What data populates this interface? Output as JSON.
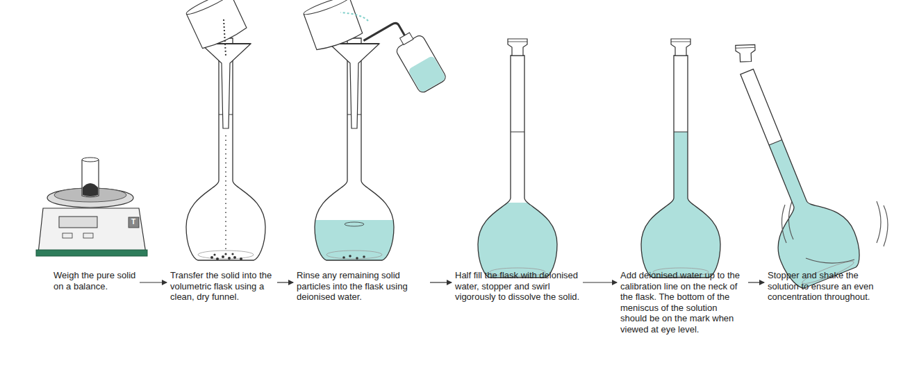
{
  "diagram": {
    "nodes": [
      {
        "text": [
          "Weigh the pure solid on a balance."
        ]
      },
      {
        "text": [
          "Transfer the solid into the volumetric flask using a clean, dry funnel."
        ]
      },
      {
        "text": [
          "Rinse any remaining solid particles into the flask using deionised water."
        ]
      },
      {
        "text": [
          "Half fill the flask with deionised water, stopper and swirl vigorously to dissolve the solid."
        ]
      },
      {
        "text": [
          "Add deionised water up to the calibration line on the neck of the flask. The bottom of the meniscus of the solution should be on the mark when viewed at eye level."
        ]
      },
      {
        "text": [
          "Stopper and shake the solution to ensure an even concentration throughout."
        ]
      }
    ],
    "edges": [
      {
        "from": 0,
        "to": 1,
        "arrow": "to"
      },
      {
        "from": 1,
        "to": 2,
        "arrow": "to"
      },
      {
        "from": 2,
        "to": 3,
        "arrow": "to"
      },
      {
        "from": 3,
        "to": 4,
        "arrow": "to"
      },
      {
        "from": 4,
        "to": 5,
        "arrow": "to"
      }
    ],
    "labels": [
      "T"
    ]
  }
}
